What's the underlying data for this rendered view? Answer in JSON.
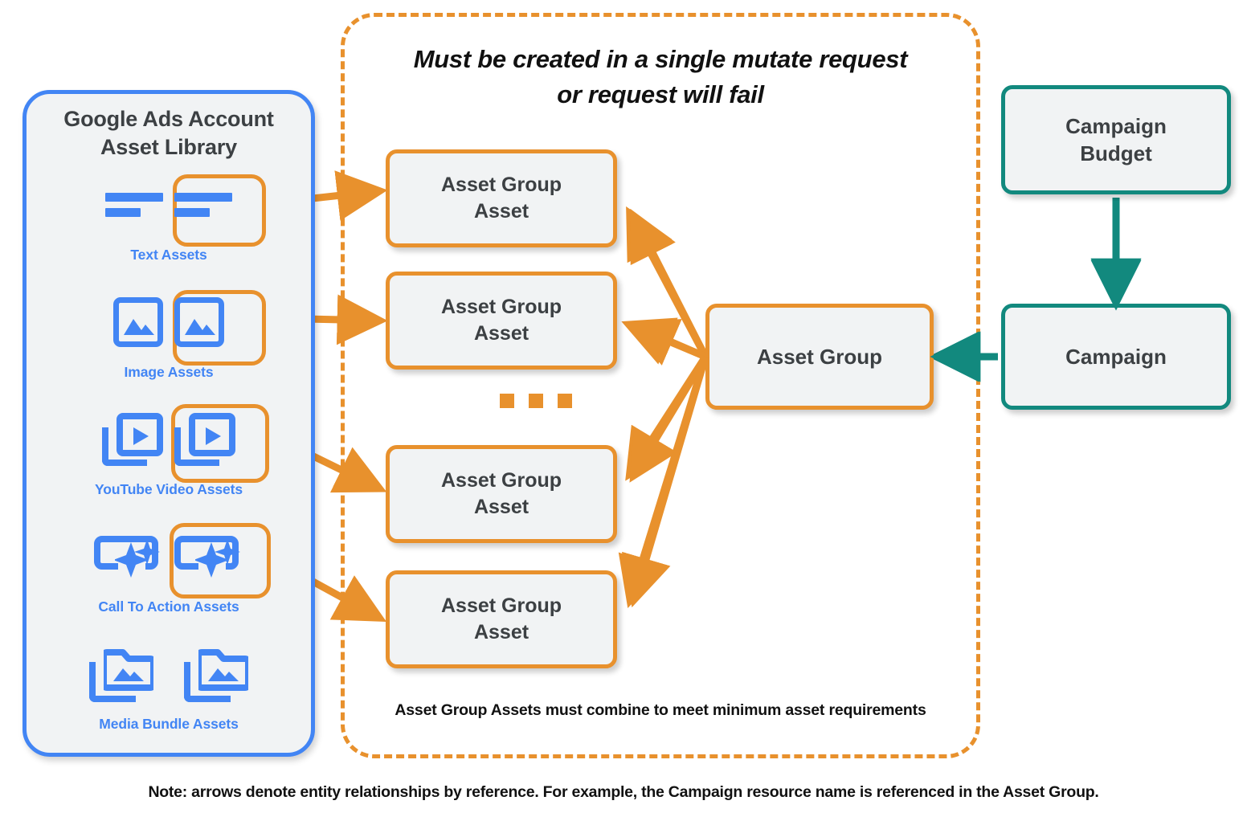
{
  "library": {
    "title": "Google Ads Account\nAsset Library",
    "title_line1": "Google Ads Account",
    "title_line2": "Asset Library",
    "border_color": "#4285f4",
    "items": [
      {
        "label": "Text Assets",
        "icon": "text-asset-icon",
        "highlighted": true
      },
      {
        "label": "Image Assets",
        "icon": "image-asset-icon",
        "highlighted": true
      },
      {
        "label": "YouTube Video  Assets",
        "icon": "youtube-video-asset-icon",
        "highlighted": true
      },
      {
        "label": "Call To Action Assets",
        "icon": "call-to-action-asset-icon",
        "highlighted": true
      },
      {
        "label": "Media Bundle  Assets",
        "icon": "media-bundle-asset-icon",
        "highlighted": false
      }
    ]
  },
  "mutate_zone": {
    "title_line1": "Must be created in a single mutate request",
    "title_line2": "or request will fail",
    "footer": "Asset Group Assets must combine to meet minimum asset requirements",
    "border_color": "#e8912d",
    "border_style": "dashed"
  },
  "nodes": {
    "asset_group_assets": [
      {
        "line1": "Asset Group",
        "line2": "Asset"
      },
      {
        "line1": "Asset Group",
        "line2": "Asset"
      },
      {
        "line1": "Asset Group",
        "line2": "Asset"
      },
      {
        "line1": "Asset Group",
        "line2": "Asset"
      }
    ],
    "ellipsis": "...",
    "asset_group": {
      "label": "Asset Group",
      "color": "#e8912d"
    },
    "campaign_budget": {
      "line1": "Campaign",
      "line2": "Budget",
      "color": "#12897e"
    },
    "campaign": {
      "label": "Campaign",
      "color": "#12897e"
    }
  },
  "colors": {
    "orange": "#e8912d",
    "teal": "#12897e",
    "blue": "#4285f4",
    "node_fill": "#f1f3f4",
    "text_dark": "#3c4043"
  },
  "note": "Note: arrows denote entity relationships by reference. For example, the Campaign resource name is referenced in the Asset Group."
}
